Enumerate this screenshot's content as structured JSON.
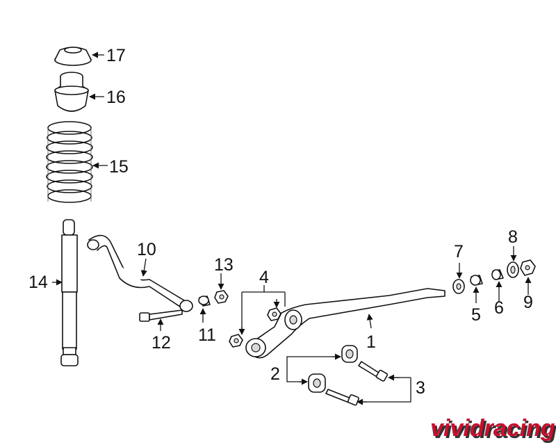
{
  "callouts": [
    "1",
    "2",
    "3",
    "4",
    "5",
    "6",
    "7",
    "8",
    "9",
    "10",
    "11",
    "12",
    "13",
    "14",
    "15",
    "16",
    "17"
  ],
  "watermark": {
    "text": "vividracing",
    "color": "#c8102e",
    "shadow": "#333333"
  }
}
